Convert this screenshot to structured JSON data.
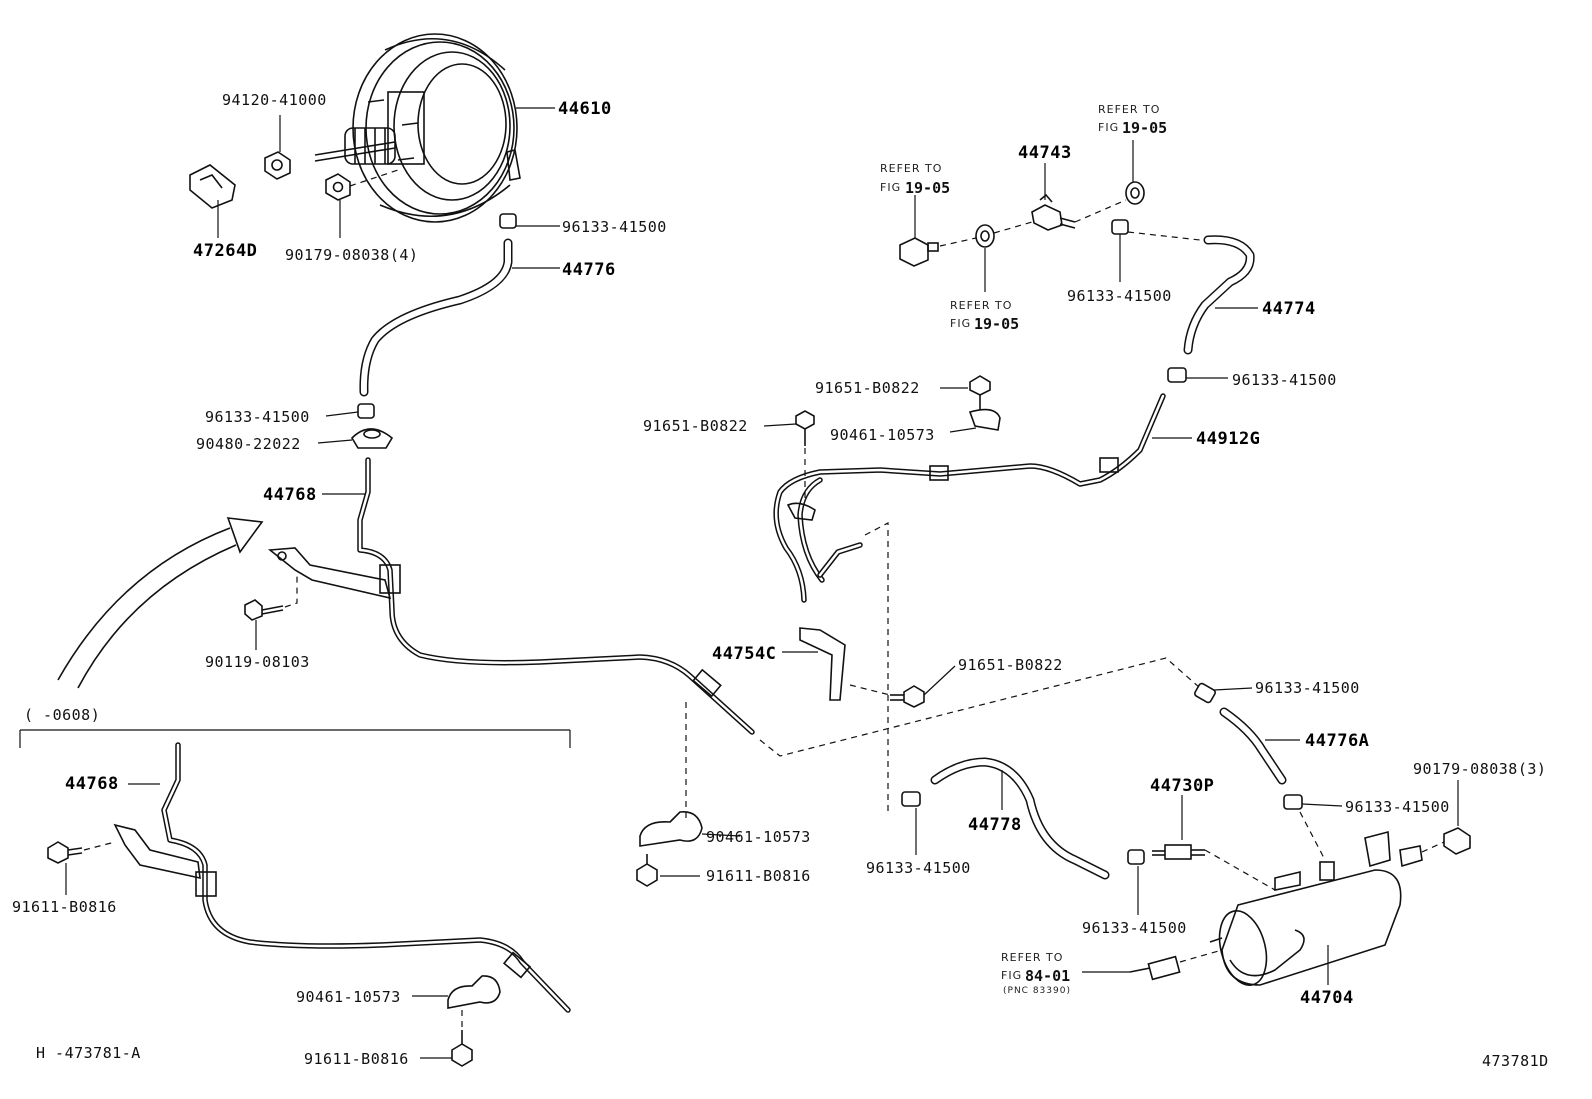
{
  "labels": {
    "p94120_41000": "94120-41000",
    "p44610": "44610",
    "p47264D": "47264D",
    "p90179_08038_4": "90179-08038(4)",
    "p96133_41500_a": "96133-41500",
    "p44776": "44776",
    "p96133_41500_b": "96133-41500",
    "p90480_22022": "90480-22022",
    "p44768_a": "44768",
    "p90119_08103": "90119-08103",
    "p44743": "44743",
    "p96133_41500_c": "96133-41500",
    "p44774": "44774",
    "p96133_41500_d": "96133-41500",
    "p91651_B0822_a": "91651-B0822",
    "p91651_B0822_b": "91651-B0822",
    "p90461_10573_a": "90461-10573",
    "p44912G": "44912G",
    "p44754C": "44754C",
    "p91651_B0822_c": "91651-B0822",
    "p96133_41500_e": "96133-41500",
    "p44776A": "44776A",
    "p90179_08038_3": "90179-08038(3)",
    "p44730P": "44730P",
    "p96133_41500_f": "96133-41500",
    "p44778": "44778",
    "p96133_41500_g": "96133-41500",
    "p96133_41500_h": "96133-41500",
    "p90461_10573_b": "90461-10573",
    "p91611_B0816_a": "91611-B0816",
    "p44704": "44704",
    "p44768_b": "44768",
    "p91611_B0816_b": "91611-B0816",
    "p90461_10573_c": "90461-10573",
    "p91611_B0816_c": "91611-B0816"
  },
  "refs": {
    "refer_to": "REFER TO",
    "fig": "FIG",
    "fig_19_05": "19-05",
    "fig_84_01": "84-01",
    "pnc": "(PNC 83390)"
  },
  "inset": {
    "range": "(        -0608)"
  },
  "footer": {
    "left_code": "H -473781-A",
    "right_code": "473781D"
  }
}
